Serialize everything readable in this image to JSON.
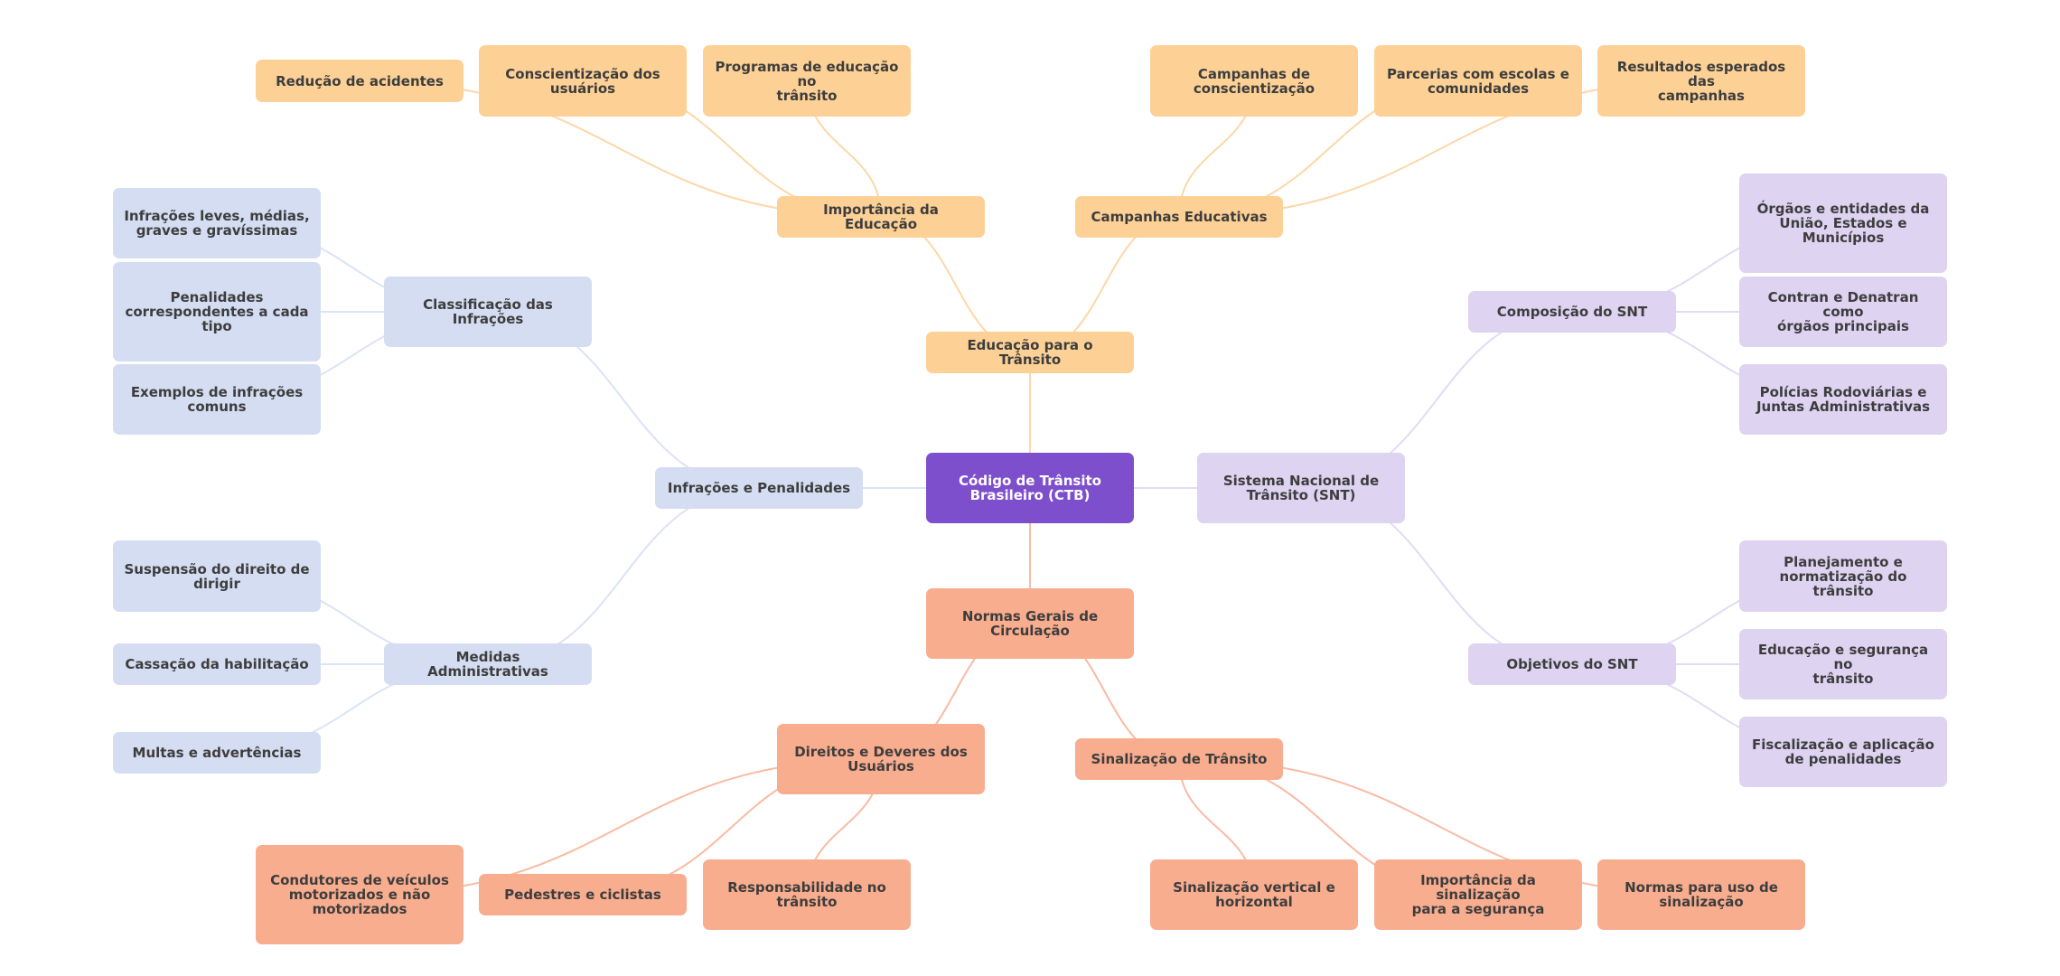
{
  "title": "Código de Trânsito Brasileiro (CTB)",
  "colors": {
    "root": "#7e4fcc",
    "orange": "#fdd196",
    "salmon": "#f9ad8f",
    "blue": "#d4ddf1",
    "purple": "#ded3f1",
    "edge_orange": "#fdd7a8",
    "edge_salmon": "#f9bba3",
    "edge_blue": "#dbe3f5",
    "edge_purple": "#e2dbf4",
    "text": "#3d3d3d"
  },
  "nodes": [
    {
      "id": "root",
      "label": "Código de Trânsito\nBrasileiro (CTB)",
      "color": "root",
      "parent": null
    },
    {
      "id": "educacao",
      "label": "Educação para o Trânsito",
      "color": "orange",
      "parent": "root"
    },
    {
      "id": "imp_educacao",
      "label": "Importância da Educação",
      "color": "orange",
      "parent": "educacao"
    },
    {
      "id": "reducao",
      "label": "Redução de acidentes",
      "color": "orange",
      "parent": "imp_educacao"
    },
    {
      "id": "conscientizacao",
      "label": "Conscientização dos\nusuários",
      "color": "orange",
      "parent": "imp_educacao"
    },
    {
      "id": "programas",
      "label": "Programas de educação no\ntrânsito",
      "color": "orange",
      "parent": "imp_educacao"
    },
    {
      "id": "campanhas",
      "label": "Campanhas Educativas",
      "color": "orange",
      "parent": "educacao"
    },
    {
      "id": "camp_consc",
      "label": "Campanhas de\nconscientização",
      "color": "orange",
      "parent": "campanhas"
    },
    {
      "id": "parcerias",
      "label": "Parcerias com escolas e\ncomunidades",
      "color": "orange",
      "parent": "campanhas"
    },
    {
      "id": "resultados",
      "label": "Resultados esperados das\ncampanhas",
      "color": "orange",
      "parent": "campanhas"
    },
    {
      "id": "infracoes",
      "label": "Infrações e Penalidades",
      "color": "blue",
      "parent": "root"
    },
    {
      "id": "classificacao",
      "label": "Classificação das\nInfrações",
      "color": "blue",
      "parent": "infracoes"
    },
    {
      "id": "inf_leves",
      "label": "Infrações leves, médias,\ngraves e gravíssimas",
      "color": "blue",
      "parent": "classificacao"
    },
    {
      "id": "penalidades",
      "label": "Penalidades\ncorrespondentes a cada\ntipo",
      "color": "blue",
      "parent": "classificacao"
    },
    {
      "id": "exemplos",
      "label": "Exemplos de infrações\ncomuns",
      "color": "blue",
      "parent": "classificacao"
    },
    {
      "id": "medidas",
      "label": "Medidas Administrativas",
      "color": "blue",
      "parent": "infracoes"
    },
    {
      "id": "suspensao",
      "label": "Suspensão do direito de\ndirigir",
      "color": "blue",
      "parent": "medidas"
    },
    {
      "id": "cassacao",
      "label": "Cassação da habilitação",
      "color": "blue",
      "parent": "medidas"
    },
    {
      "id": "multas",
      "label": "Multas e advertências",
      "color": "blue",
      "parent": "medidas"
    },
    {
      "id": "snt",
      "label": "Sistema Nacional de\nTrânsito (SNT)",
      "color": "purple",
      "parent": "root"
    },
    {
      "id": "composicao",
      "label": "Composição do SNT",
      "color": "purple",
      "parent": "snt"
    },
    {
      "id": "orgaos",
      "label": "Órgãos e entidades da\nUnião, Estados e\nMunicípios",
      "color": "purple",
      "parent": "composicao"
    },
    {
      "id": "contran",
      "label": "Contran e Denatran como\nórgãos principais",
      "color": "purple",
      "parent": "composicao"
    },
    {
      "id": "policias",
      "label": "Polícias Rodoviárias e\nJuntas Administrativas",
      "color": "purple",
      "parent": "composicao"
    },
    {
      "id": "objetivos",
      "label": "Objetivos do SNT",
      "color": "purple",
      "parent": "snt"
    },
    {
      "id": "planejamento",
      "label": "Planejamento e\nnormatização do trânsito",
      "color": "purple",
      "parent": "objetivos"
    },
    {
      "id": "educ_seg",
      "label": "Educação e segurança no\ntrânsito",
      "color": "purple",
      "parent": "objetivos"
    },
    {
      "id": "fiscalizacao",
      "label": "Fiscalização e aplicação\nde penalidades",
      "color": "purple",
      "parent": "objetivos"
    },
    {
      "id": "normas",
      "label": "Normas Gerais de\nCirculação",
      "color": "salmon",
      "parent": "root"
    },
    {
      "id": "direitos",
      "label": "Direitos e Deveres dos\nUsuários",
      "color": "salmon",
      "parent": "normas"
    },
    {
      "id": "condutores",
      "label": "Condutores de veículos\nmotorizados e não\nmotorizados",
      "color": "salmon",
      "parent": "direitos"
    },
    {
      "id": "pedestres",
      "label": "Pedestres e ciclistas",
      "color": "salmon",
      "parent": "direitos"
    },
    {
      "id": "responsabilidade",
      "label": "Responsabilidade no\ntrânsito",
      "color": "salmon",
      "parent": "direitos"
    },
    {
      "id": "sinalizacao",
      "label": "Sinalização de Trânsito",
      "color": "salmon",
      "parent": "normas"
    },
    {
      "id": "sin_vertical",
      "label": "Sinalização vertical e\nhorizontal",
      "color": "salmon",
      "parent": "sinalizacao"
    },
    {
      "id": "imp_sinalizacao",
      "label": "Importância da sinalização\npara a segurança",
      "color": "salmon",
      "parent": "sinalizacao"
    },
    {
      "id": "normas_uso",
      "label": "Normas para uso de\nsinalização",
      "color": "salmon",
      "parent": "sinalizacao"
    }
  ]
}
